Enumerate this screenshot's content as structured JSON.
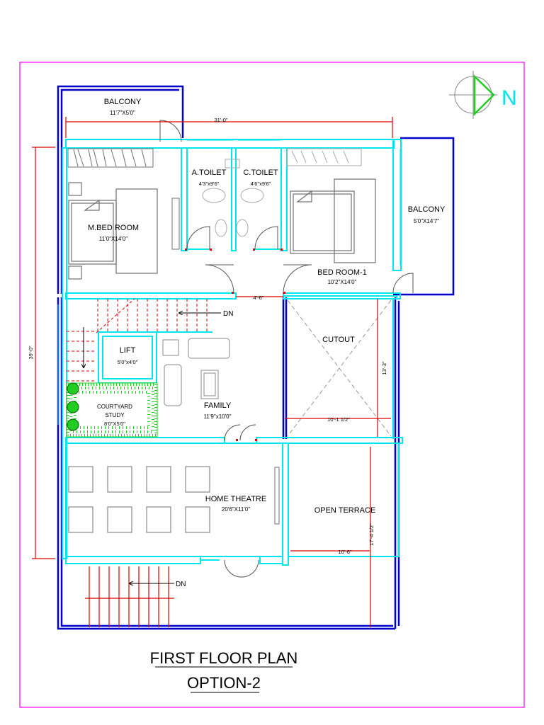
{
  "title": "FIRST FLOOR PLAN",
  "subtitle": "OPTION-2",
  "north_label": "N",
  "colors": {
    "sheet_border": "#ff33ff",
    "outer_wall": "#0000cc",
    "inner_wall": "#00e5ee",
    "dimension": "#e00000",
    "furniture": "#707070",
    "courtyard": "#22cc22"
  },
  "rooms": {
    "balcony_top": {
      "name": "BALCONY",
      "size": "11'7\"X5'0\""
    },
    "a_toilet": {
      "name": "A.TOILET",
      "size": "4'3\"x9'6\""
    },
    "c_toilet": {
      "name": "C.TOILET",
      "size": "4'6\"x9'6\""
    },
    "m_bed_room": {
      "name": "M.BED ROOM",
      "size": "11'0\"X14'0\""
    },
    "balcony_right": {
      "name": "BALCONY",
      "size": "5'0\"X14'7\""
    },
    "bed_room_1": {
      "name": "BED ROOM-1",
      "size": "10'2\"X14'0\""
    },
    "lift": {
      "name": "LIFT",
      "size": "5'0\"x4'0\""
    },
    "cutout": {
      "name": "CUTOUT"
    },
    "courtyard": {
      "line1": "COURTYARD",
      "line2": "STUDY",
      "size": "8'0\"X5'0\""
    },
    "family": {
      "name": "FAMILY",
      "size": "11'9\"x10'0\""
    },
    "home_theatre": {
      "name": "HOME THEATRE",
      "size": "20'6\"X11'0\""
    },
    "open_terrace": {
      "name": "OPEN TERRACE"
    }
  },
  "dimensions": {
    "top_width": "31'-0\"",
    "left_height": "39'-0\"",
    "passage": "4'-6\"",
    "cutout_height": "13'-3\"",
    "cutout_width": "10'-1 1/2\"",
    "terrace_height": "17'-4 1/2\"",
    "terrace_width": "10'-6\""
  },
  "stairs": {
    "dn_upper": "DN",
    "dn_lower": "DN"
  }
}
